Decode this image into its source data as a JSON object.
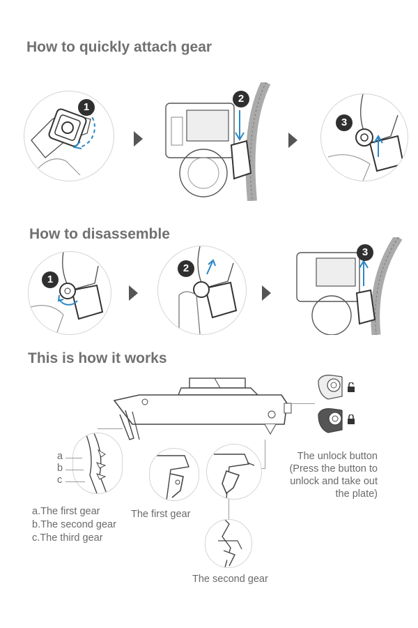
{
  "sections": {
    "attach": {
      "title": "How to quickly attach gear",
      "steps": [
        "1",
        "2",
        "3"
      ]
    },
    "disassemble": {
      "title": "How to disassemble",
      "steps": [
        "1",
        "2",
        "3"
      ]
    },
    "works": {
      "title": "This is how it works",
      "callouts": [
        "a",
        "b",
        "c"
      ],
      "gear_list": [
        "a.The first gear",
        "b.The second gear",
        "c.The third gear"
      ],
      "first_gear": "The first gear",
      "second_gear": "The second gear",
      "unlock": {
        "line1": "The unlock button",
        "line2": "(Press the button to",
        "line3": "unlock and take out",
        "line4": "the plate)"
      }
    }
  },
  "colors": {
    "accent": "#2b86c5",
    "badge": "#2f2f2f",
    "heading": "#707070",
    "line_art": "#4a4a4a"
  },
  "icons": [
    "play-arrow-icon",
    "unlock-icon",
    "lock-icon"
  ]
}
